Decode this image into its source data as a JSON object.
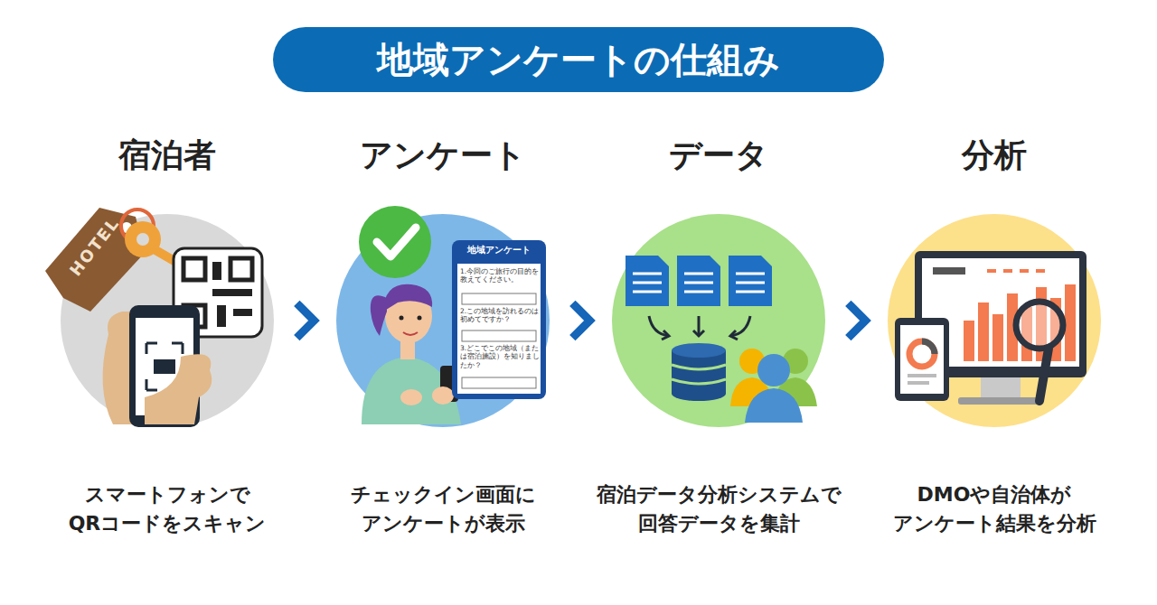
{
  "diagram": {
    "title": "地域アンケートの仕組み",
    "nodes": [
      {
        "text": [
          "宿泊者",
          "スマートフォンで QRコードをスキャン"
        ]
      },
      {
        "text": [
          "アンケート",
          "チェックイン画面に アンケートが表示"
        ]
      },
      {
        "text": [
          "データ",
          "宿泊データ分析システムで 回答データを集計"
        ]
      },
      {
        "text": [
          "分析",
          "DMOや自治体が アンケート結果を分析"
        ]
      }
    ],
    "edges": [
      {
        "from": 0,
        "to": 1,
        "arrow": "to"
      },
      {
        "from": 1,
        "to": 2,
        "arrow": "to"
      },
      {
        "from": 2,
        "to": 3,
        "arrow": "to"
      }
    ],
    "labels": [
      "HOTEL",
      "地域アンケート",
      "1.今回のご旅行の目的を教えてください。",
      "2.この地域を訪れるのは初めてですか？",
      "3.どこでこの地域（または宿泊施設）を知りましたか？"
    ]
  }
}
